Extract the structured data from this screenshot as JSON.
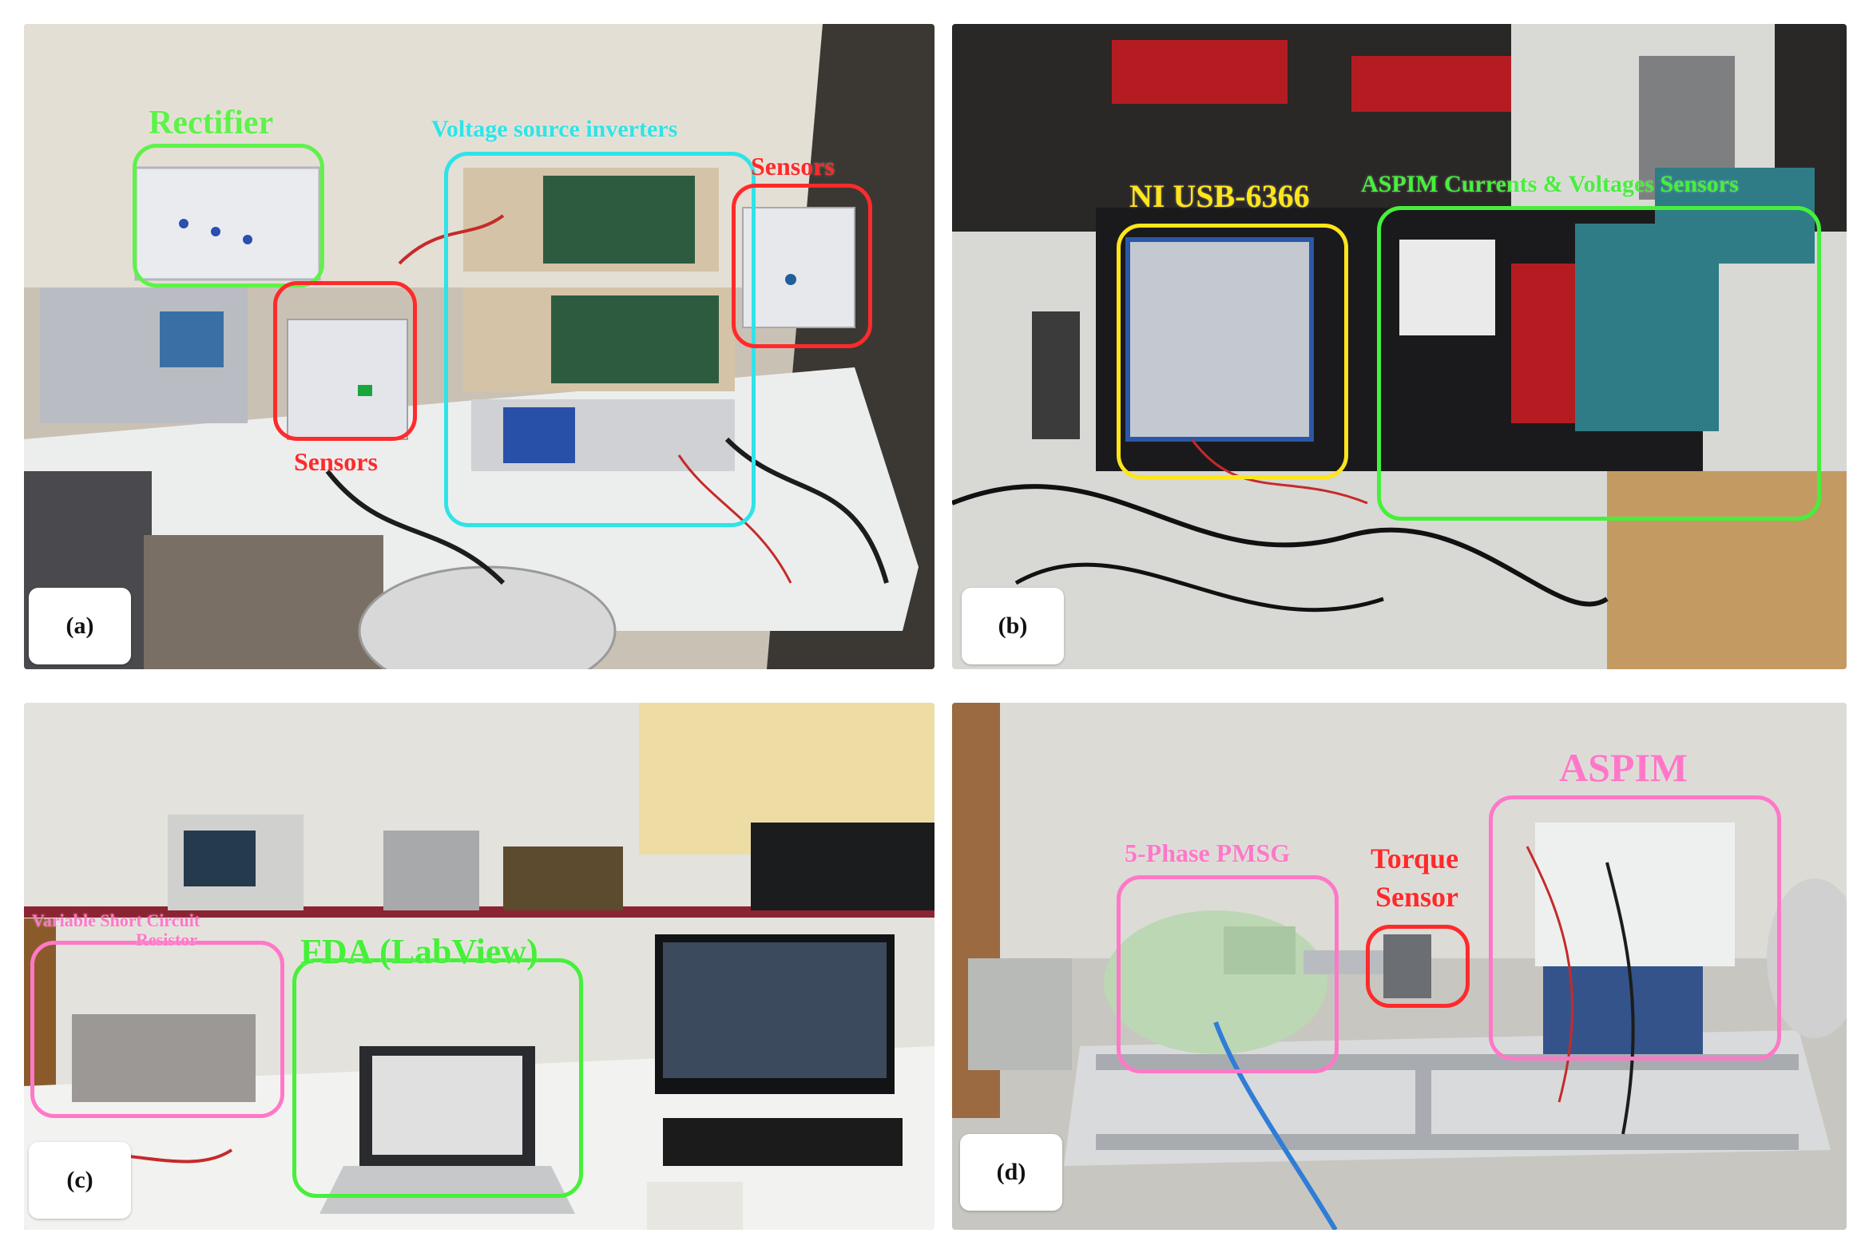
{
  "panels": [
    {
      "tag": "(a)",
      "annotations": [
        {
          "text": "Rectifier",
          "color": "#5ef24a"
        },
        {
          "text": "Voltage source inverters",
          "color": "#2fe3e8"
        },
        {
          "text": "Sensors",
          "color": "#ff2a2a"
        },
        {
          "text": "Sensors",
          "color": "#ff2a2a"
        }
      ]
    },
    {
      "tag": "(b)",
      "annotations": [
        {
          "text": "NI USB-6366",
          "color": "#ffe51a"
        },
        {
          "text": "ASPIM Currents & Voltages Sensors",
          "color": "#46f03a"
        }
      ]
    },
    {
      "tag": "(c)",
      "annotations": [
        {
          "text": "Variable Short Circuit",
          "color": "#ff78c8"
        },
        {
          "text": "Resistor",
          "color": "#ff78c8"
        },
        {
          "text": "FDA (LabView)",
          "color": "#46f03a"
        }
      ]
    },
    {
      "tag": "(d)",
      "annotations": [
        {
          "text": "5-Phase PMSG",
          "color": "#ff78c8"
        },
        {
          "text": "Torque",
          "color": "#ff2a2a"
        },
        {
          "text": "Sensor",
          "color": "#ff2a2a"
        },
        {
          "text": "ASPIM",
          "color": "#ff78c8"
        }
      ]
    }
  ]
}
